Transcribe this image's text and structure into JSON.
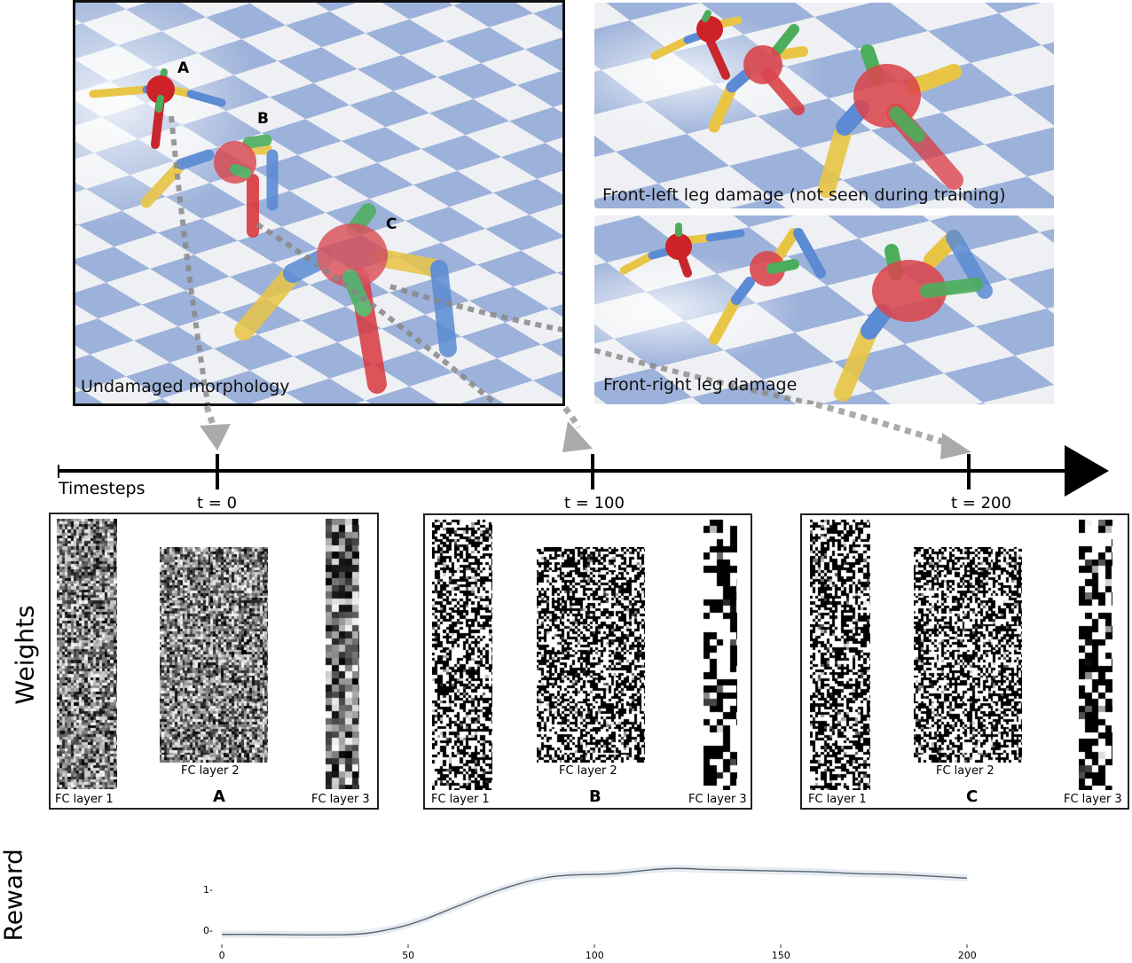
{
  "scenes": {
    "main": {
      "caption": "Undamaged morphology",
      "robot_labels": [
        "A",
        "B",
        "C"
      ]
    },
    "top_right": {
      "caption": "Front-left leg damage (not seen during training)"
    },
    "bottom_right": {
      "caption": "Front-right leg damage"
    }
  },
  "timeline": {
    "label": "Timesteps",
    "ticks": [
      {
        "label": "t = 0"
      },
      {
        "label": "t = 100"
      },
      {
        "label": "t = 200"
      }
    ]
  },
  "weights": {
    "row_label": "Weights",
    "panels": [
      {
        "letter": "A",
        "layer1": "FC layer 1",
        "layer2": "FC layer 2",
        "layer3": "FC layer 3",
        "style": "gray"
      },
      {
        "letter": "B",
        "layer1": "FC layer 1",
        "layer2": "FC layer 2",
        "layer3": "FC layer 3",
        "style": "binary"
      },
      {
        "letter": "C",
        "layer1": "FC layer 1",
        "layer2": "FC layer 2",
        "layer3": "FC layer 3",
        "style": "binary"
      }
    ]
  },
  "reward": {
    "row_label": "Reward",
    "y_ticks": [
      "1-",
      "0-"
    ],
    "x_ticks": [
      "0",
      "50",
      "100",
      "150",
      "200"
    ]
  },
  "colors": {
    "floor_blue": "#9db2da",
    "floor_white": "#eef0f4",
    "arrow_gray": "#a9a9a9",
    "robot_red": "#d9393f",
    "robot_yellow": "#e9c545",
    "robot_blue": "#5b8bd4",
    "robot_green": "#4cae5c",
    "curve": "#5a6470",
    "curve_band": "#e6ebf1"
  },
  "chart_data": {
    "type": "line",
    "title": "",
    "xlabel": "Timesteps",
    "ylabel": "Reward",
    "x_ticks": [
      0,
      50,
      100,
      150,
      200
    ],
    "y_ticks": [
      0,
      1
    ],
    "xlim": [
      0,
      200
    ],
    "ylim": [
      -0.3,
      1.8
    ],
    "grid": false,
    "series": [
      {
        "name": "Reward",
        "x": [
          0,
          10,
          20,
          30,
          35,
          40,
          45,
          50,
          55,
          60,
          65,
          70,
          75,
          80,
          85,
          90,
          95,
          100,
          105,
          110,
          115,
          120,
          125,
          130,
          140,
          150,
          160,
          170,
          180,
          190,
          200
        ],
        "values": [
          -0.08,
          -0.08,
          -0.09,
          -0.09,
          -0.08,
          -0.04,
          0.04,
          0.15,
          0.3,
          0.48,
          0.66,
          0.84,
          1.0,
          1.14,
          1.25,
          1.32,
          1.35,
          1.36,
          1.38,
          1.42,
          1.47,
          1.5,
          1.5,
          1.48,
          1.46,
          1.44,
          1.42,
          1.38,
          1.36,
          1.32,
          1.27
        ],
        "band": "light shaded std region ±0.08"
      }
    ]
  }
}
